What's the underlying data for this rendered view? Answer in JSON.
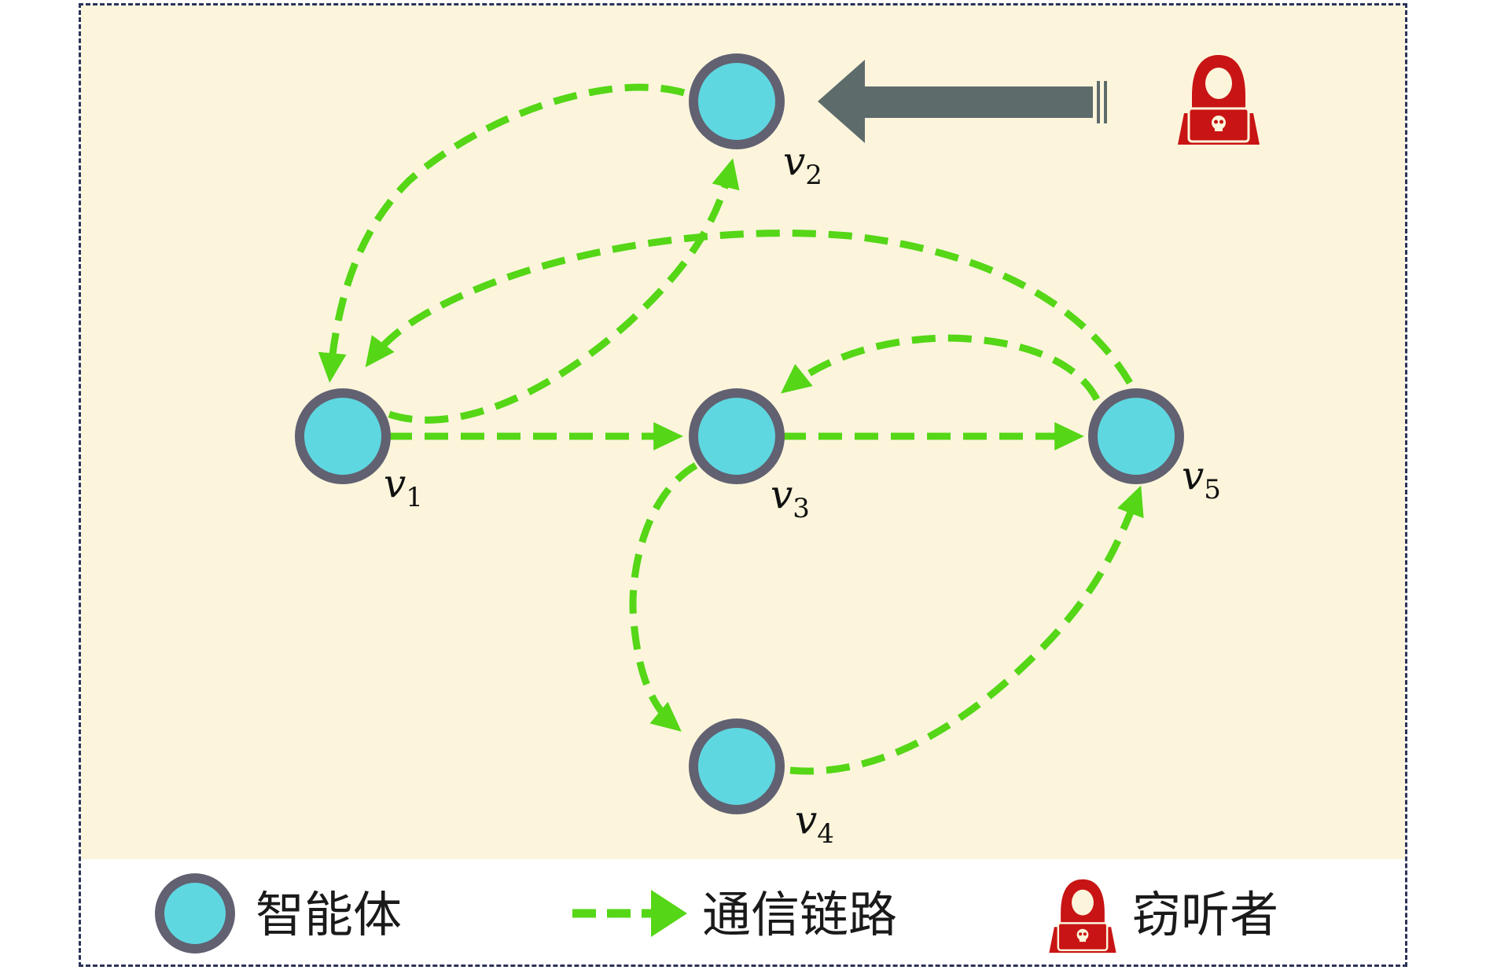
{
  "colors": {
    "background": "#fcf5dc",
    "frame": "#2b3358",
    "node_fill": "#5fd7e0",
    "node_stroke": "#616171",
    "edge": "#55d616",
    "attack_arrow": "#5e6b6b",
    "eavesdropper": "#c81414"
  },
  "nodes": [
    {
      "id": "v1",
      "letter": "v",
      "index": "1"
    },
    {
      "id": "v2",
      "letter": "v",
      "index": "2"
    },
    {
      "id": "v3",
      "letter": "v",
      "index": "3"
    },
    {
      "id": "v4",
      "letter": "v",
      "index": "4"
    },
    {
      "id": "v5",
      "letter": "v",
      "index": "5"
    }
  ],
  "edges": [
    {
      "from": "v2",
      "to": "v1"
    },
    {
      "from": "v1",
      "to": "v2"
    },
    {
      "from": "v5",
      "to": "v1"
    },
    {
      "from": "v1",
      "to": "v3"
    },
    {
      "from": "v3",
      "to": "v5"
    },
    {
      "from": "v5",
      "to": "v3"
    },
    {
      "from": "v3",
      "to": "v4"
    },
    {
      "from": "v4",
      "to": "v5"
    }
  ],
  "attack": {
    "target": "v2",
    "source_icon": "eavesdropper-icon"
  },
  "legend": {
    "agent_label": "智能体",
    "link_label": "通信链路",
    "eavesdropper_label": "窃听者"
  }
}
